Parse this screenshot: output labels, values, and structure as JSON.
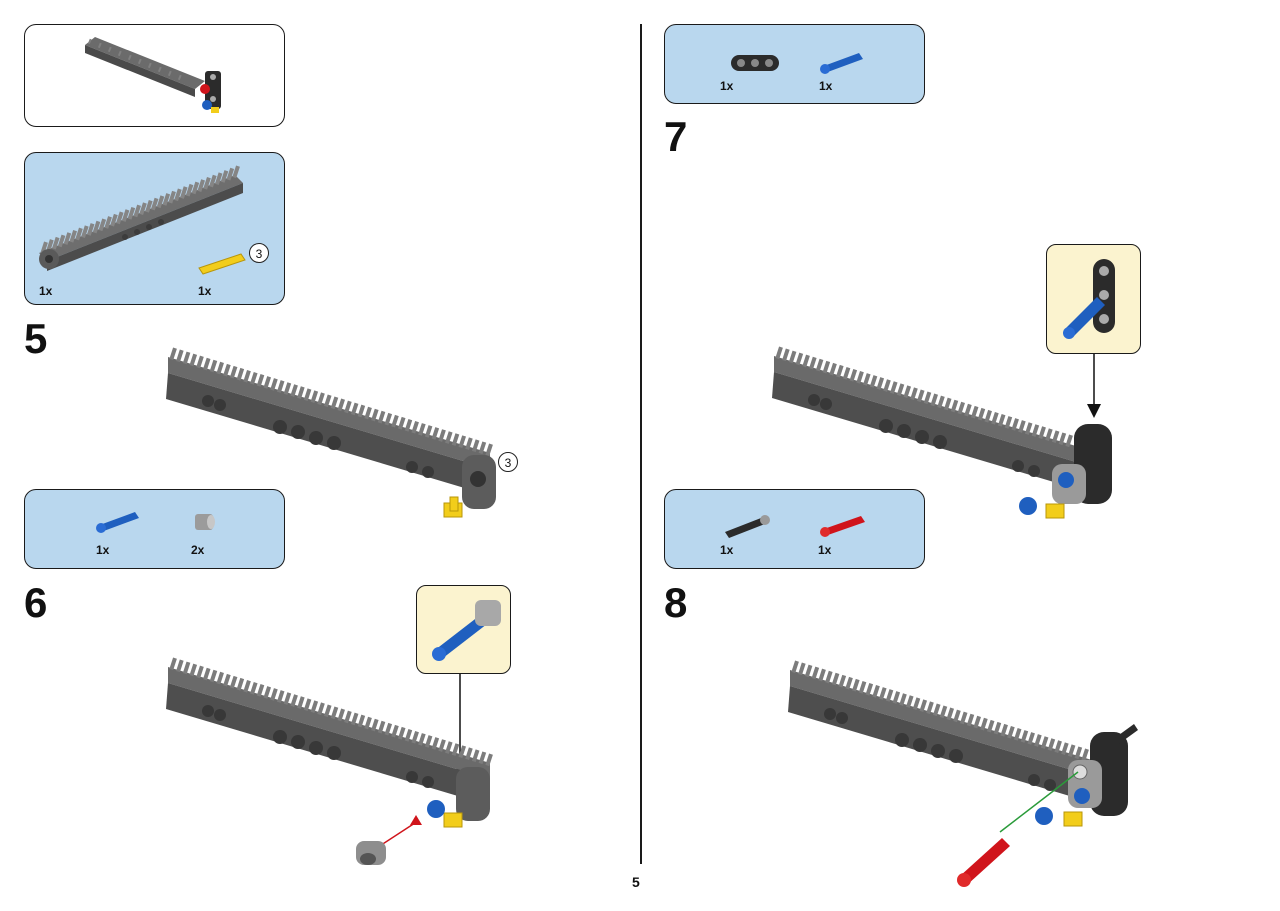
{
  "page": {
    "number": "5"
  },
  "left": {
    "step5": {
      "number": "5",
      "parts": [
        {
          "name": "gear-rack-beam",
          "qty": "1x"
        },
        {
          "name": "axle-3",
          "qty": "1x",
          "length_badge": "3"
        }
      ],
      "length_badge": "3"
    },
    "step6": {
      "number": "6",
      "parts": [
        {
          "name": "blue-axle-pin",
          "qty": "1x"
        },
        {
          "name": "bush",
          "qty": "2x"
        }
      ]
    }
  },
  "right": {
    "step7": {
      "number": "7",
      "parts": [
        {
          "name": "black-beam-3",
          "qty": "1x"
        },
        {
          "name": "blue-axle-pin",
          "qty": "1x"
        }
      ]
    },
    "step8": {
      "number": "8",
      "parts": [
        {
          "name": "black-axle",
          "qty": "1x"
        },
        {
          "name": "red-pin",
          "qty": "1x"
        }
      ]
    }
  },
  "colors": {
    "parts_bg": "#b9d7ee",
    "callout_bg": "#fbf3cf",
    "rack_gray": "#5d5d5d",
    "yellow": "#f2cd1b",
    "blue": "#1f5fbf",
    "red": "#d0141b"
  }
}
